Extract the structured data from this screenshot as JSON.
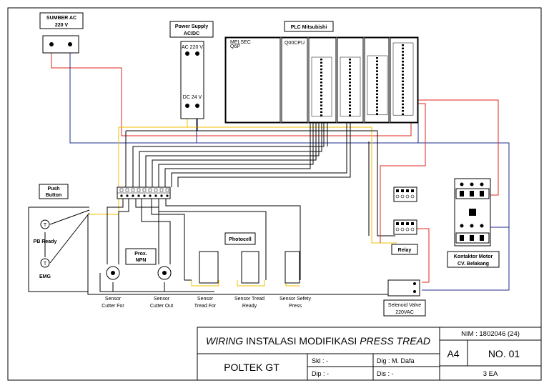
{
  "labels": {
    "sumber_ac": "SUMBER AC",
    "sumber_ac_v": "220 V",
    "power_supply": "Power Supply",
    "power_supply_type": "AC/DC",
    "ps_ac": "AC 220 V",
    "ps_dc": "DC 24 V",
    "plc": "PLC Mitsubishi",
    "melsec": "MELSEC",
    "melsec_sub": "Q6P",
    "cpu": "Q00CPU",
    "push_button": "Push",
    "push_button_2": "Button",
    "pb_ready": "PB Ready",
    "emg": "EMG",
    "prox": "Prox.",
    "npn": "NPN",
    "photocell": "Photocell",
    "relay": "Relay",
    "kontaktor_1": "Kontaktor Motor",
    "kontaktor_2": "CV. Belakang",
    "selenoid_1": "Selenoid Valve",
    "selenoid_2": "220VAC",
    "sensor_cutter_for_1": "Sensor",
    "sensor_cutter_for_2": "Cutter For",
    "sensor_cutter_out_1": "Sensor",
    "sensor_cutter_out_2": "Cutter Out",
    "sensor_tread_for_1": "Sensor",
    "sensor_tread_for_2": "Tread For",
    "sensor_tread_ready_1": "Sensor Tread",
    "sensor_tread_ready_2": "Ready",
    "sensor_safety_1": "Sensor Sefety",
    "sensor_safety_2": "Press"
  },
  "title_block": {
    "title_italic_1": "WIRING",
    "title_mid": " INSTALASI MODIFIKASI ",
    "title_italic_2": "PRESS TREAD",
    "org": "POLTEK GT",
    "skl": "Skl : -",
    "dip": "Dip : -",
    "dig": "Dig : M. Dafa",
    "dis": "Dis : -",
    "nim": "NIM : 1802046 (24)",
    "size": "A4",
    "no": "NO. 01",
    "class": "3 EA"
  },
  "colors": {
    "line": "#000000",
    "red": "#e0251b",
    "blue": "#1f2b8f",
    "yellow": "#f2c200"
  }
}
